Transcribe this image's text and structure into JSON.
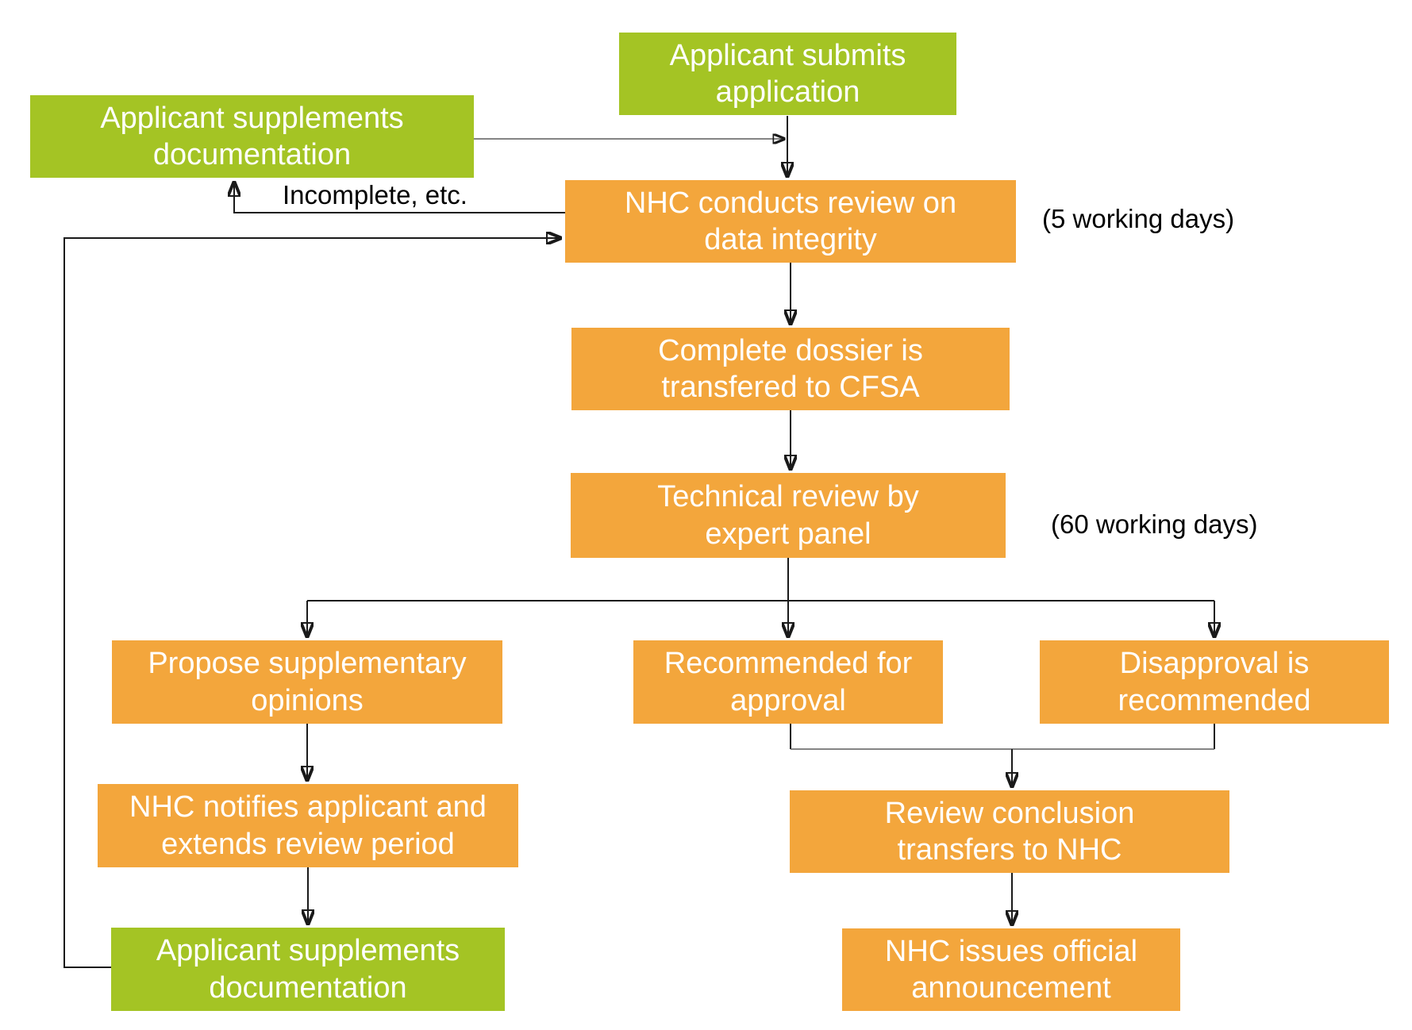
{
  "colors": {
    "green": "#a4c424",
    "orange": "#f3a63c",
    "box-text": "#ffffff",
    "line": "#1a1a1a",
    "annotation": "#000000",
    "bg": "#ffffff"
  },
  "nodes": {
    "submit": {
      "type": "green",
      "lines": [
        "Applicant submits",
        "application"
      ]
    },
    "supplement_top": {
      "type": "green",
      "lines": [
        "Applicant supplements",
        "documentation"
      ]
    },
    "review": {
      "type": "orange",
      "lines": [
        "NHC conducts review on",
        "data integrity"
      ]
    },
    "cfsa": {
      "type": "orange",
      "lines": [
        "Complete dossier is",
        "transfered to CFSA"
      ]
    },
    "expert": {
      "type": "orange",
      "lines": [
        "Technical review by",
        "expert panel"
      ]
    },
    "propose": {
      "type": "orange",
      "lines": [
        "Propose supplementary",
        "opinions"
      ]
    },
    "recommended": {
      "type": "orange",
      "lines": [
        "Recommended for",
        "approval"
      ]
    },
    "disapproval": {
      "type": "orange",
      "lines": [
        "Disapproval is",
        "recommended"
      ]
    },
    "notifies": {
      "type": "orange",
      "lines": [
        "NHC notifies applicant and",
        "extends review period"
      ]
    },
    "conclusion": {
      "type": "orange",
      "lines": [
        "Review conclusion",
        "transfers to NHC"
      ]
    },
    "supplement_bottom": {
      "type": "green",
      "lines": [
        "Applicant supplements",
        "documentation"
      ]
    },
    "announcement": {
      "type": "orange",
      "lines": [
        "NHC issues official",
        "announcement"
      ]
    }
  },
  "annotations": {
    "incomplete": "Incomplete, etc.",
    "days5": "(5 working days)",
    "days60": "(60 working days)"
  },
  "edges": [
    {
      "from": "submit",
      "to": "review"
    },
    {
      "from": "supplement_top",
      "to": "review"
    },
    {
      "from": "review",
      "to": "supplement_top",
      "label": "Incomplete, etc."
    },
    {
      "from": "review",
      "to": "cfsa",
      "note": "(5 working days)"
    },
    {
      "from": "cfsa",
      "to": "expert"
    },
    {
      "from": "expert",
      "to": "propose",
      "note": "(60 working days)"
    },
    {
      "from": "expert",
      "to": "recommended"
    },
    {
      "from": "expert",
      "to": "disapproval"
    },
    {
      "from": "propose",
      "to": "notifies"
    },
    {
      "from": "notifies",
      "to": "supplement_bottom"
    },
    {
      "from": "supplement_bottom",
      "to": "review"
    },
    {
      "from": "recommended",
      "to": "conclusion"
    },
    {
      "from": "disapproval",
      "to": "conclusion"
    },
    {
      "from": "conclusion",
      "to": "announcement"
    }
  ]
}
